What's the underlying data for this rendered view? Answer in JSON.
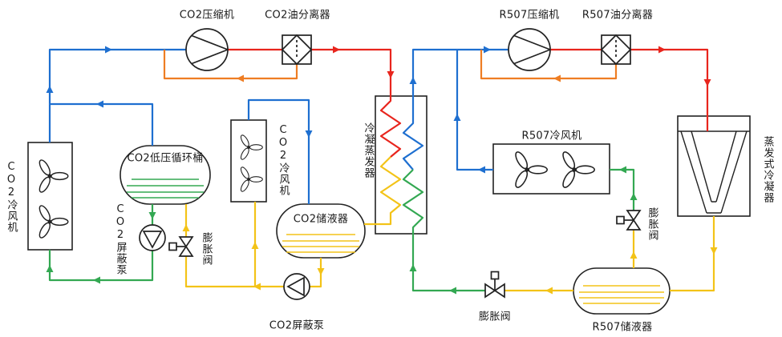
{
  "diagram": {
    "labels": {
      "co2_compressor": "CO2压缩机",
      "co2_oil_separator": "CO2油分离器",
      "r507_compressor": "R507压缩机",
      "r507_oil_separator": "R507油分离器",
      "co2_air_cooler": "CO2冷风机",
      "co2_lp_circulation_barrel": "CO2低压循环桶",
      "cascade_condenser": "冷凝蒸发器",
      "co2_receiver": "CO2储液器",
      "co2_canned_pump": "CO2屏蔽泵",
      "r507_air_cooler": "R507冷风机",
      "expansion_valve": "膨胀阀",
      "evaporative_condenser": "蒸发式冷凝器",
      "r507_receiver": "R507储液器"
    },
    "colors": {
      "suction": "#1E6FD0",
      "discharge": "#E8251D",
      "oil_return": "#EE7D23",
      "liquid_green": "#33A852",
      "liquid_yellow": "#F3C318",
      "outline": "#222222"
    }
  }
}
